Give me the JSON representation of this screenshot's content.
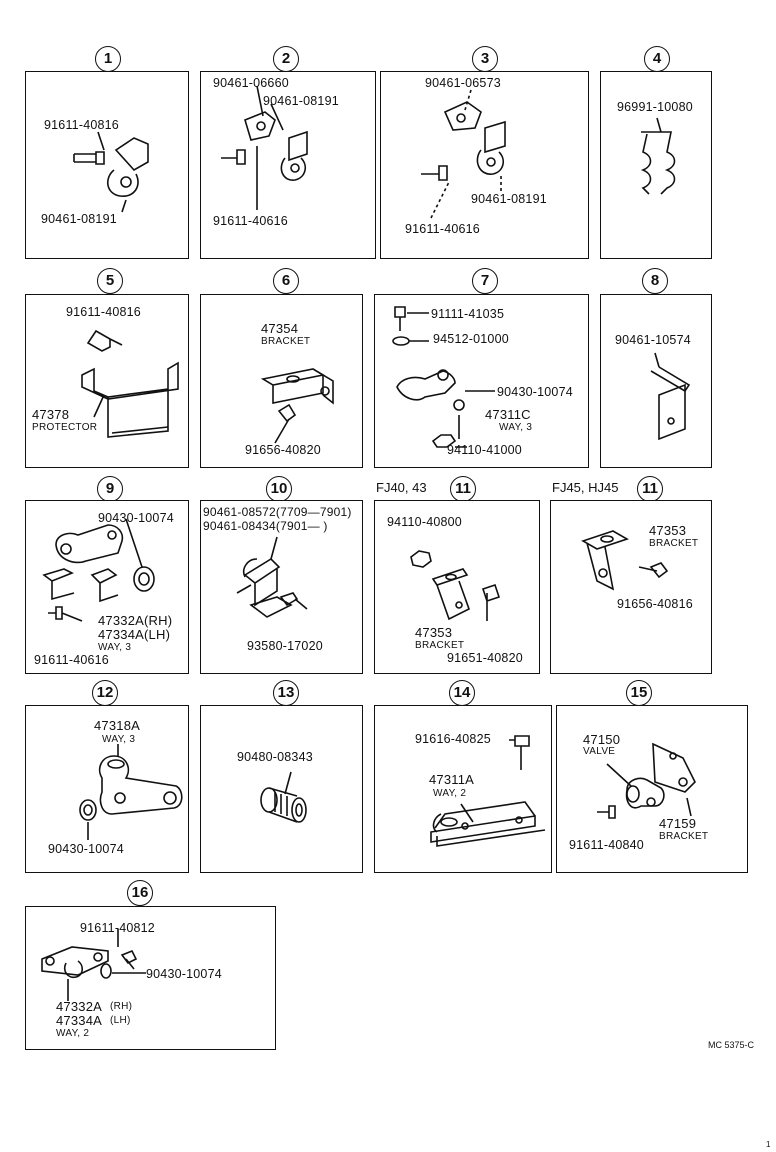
{
  "panels": [
    {
      "num": "1",
      "labels": [
        "91611-40816",
        "90461-08191"
      ],
      "sublabels": []
    },
    {
      "num": "2",
      "labels": [
        "90461-06660",
        "90461-08191",
        "91611-40616"
      ],
      "sublabels": []
    },
    {
      "num": "3",
      "labels": [
        "90461-06573",
        "90461-08191",
        "91611-40616"
      ],
      "sublabels": []
    },
    {
      "num": "4",
      "labels": [
        "96991-10080"
      ],
      "sublabels": []
    },
    {
      "num": "5",
      "labels": [
        "91611-40816",
        "47378"
      ],
      "sublabels": [
        "PROTECTOR"
      ]
    },
    {
      "num": "6",
      "labels": [
        "47354",
        "91656-40820"
      ],
      "sublabels": [
        "BRACKET"
      ]
    },
    {
      "num": "7",
      "labels": [
        "91111-41035",
        "94512-01000",
        "90430-10074",
        "47311C",
        "94110-41000"
      ],
      "sublabels": [
        "WAY, 3"
      ]
    },
    {
      "num": "8",
      "labels": [
        "90461-10574"
      ],
      "sublabels": []
    },
    {
      "num": "9",
      "labels": [
        "90430-10074",
        "47332A(RH)",
        "47334A(LH)",
        "91611-40616"
      ],
      "sublabels": [
        "WAY, 3"
      ]
    },
    {
      "num": "10",
      "labels": [
        "90461-08572(7709—7901)",
        "90461-08434(7901—      )",
        "93580-17020"
      ],
      "sublabels": []
    },
    {
      "num": "11",
      "prefix": "FJ40, 43",
      "labels": [
        "94110-40800",
        "47353",
        "91651-40820"
      ],
      "sublabels": [
        "BRACKET"
      ]
    },
    {
      "num": "11",
      "prefix": "FJ45, HJ45",
      "labels": [
        "47353",
        "91656-40816"
      ],
      "sublabels": [
        "BRACKET"
      ]
    },
    {
      "num": "12",
      "labels": [
        "47318A",
        "90430-10074"
      ],
      "sublabels": [
        "WAY, 3"
      ]
    },
    {
      "num": "13",
      "labels": [
        "90480-08343"
      ],
      "sublabels": []
    },
    {
      "num": "14",
      "labels": [
        "91616-40825",
        "47311A"
      ],
      "sublabels": [
        "WAY, 2"
      ]
    },
    {
      "num": "15",
      "labels": [
        "47150",
        "47159",
        "91611-40840"
      ],
      "sublabels": [
        "VALVE",
        "BRACKET"
      ]
    },
    {
      "num": "16",
      "labels": [
        "91611-40812",
        "90430-10074",
        "47332A",
        "47334A"
      ],
      "sublabels": [
        "(RH)",
        "(LH)",
        "WAY, 2"
      ]
    }
  ],
  "corner_code": "MC 5375-C",
  "page_mark": "1"
}
